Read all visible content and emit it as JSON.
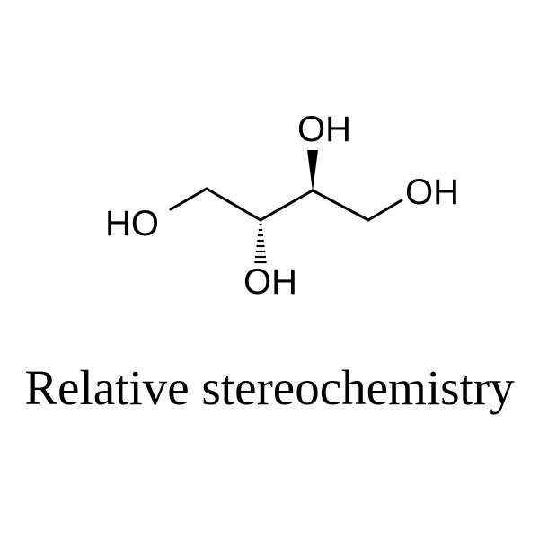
{
  "diagram": {
    "type": "skeletal-structure",
    "molecule_labels": {
      "left": "HO",
      "bottom": "OH",
      "top": "OH",
      "right": "OH"
    },
    "bonds": [
      {
        "from": "HO-left",
        "to": "C1",
        "style": "single"
      },
      {
        "from": "C1",
        "to": "C2",
        "style": "single"
      },
      {
        "from": "C2",
        "to": "OH-bottom",
        "style": "hashed-wedge"
      },
      {
        "from": "C2",
        "to": "C3",
        "style": "single"
      },
      {
        "from": "C3",
        "to": "OH-top",
        "style": "solid-wedge"
      },
      {
        "from": "C3",
        "to": "C4",
        "style": "single"
      },
      {
        "from": "C4",
        "to": "OH-right",
        "style": "single"
      }
    ],
    "caption": "Relative stereochemistry"
  }
}
